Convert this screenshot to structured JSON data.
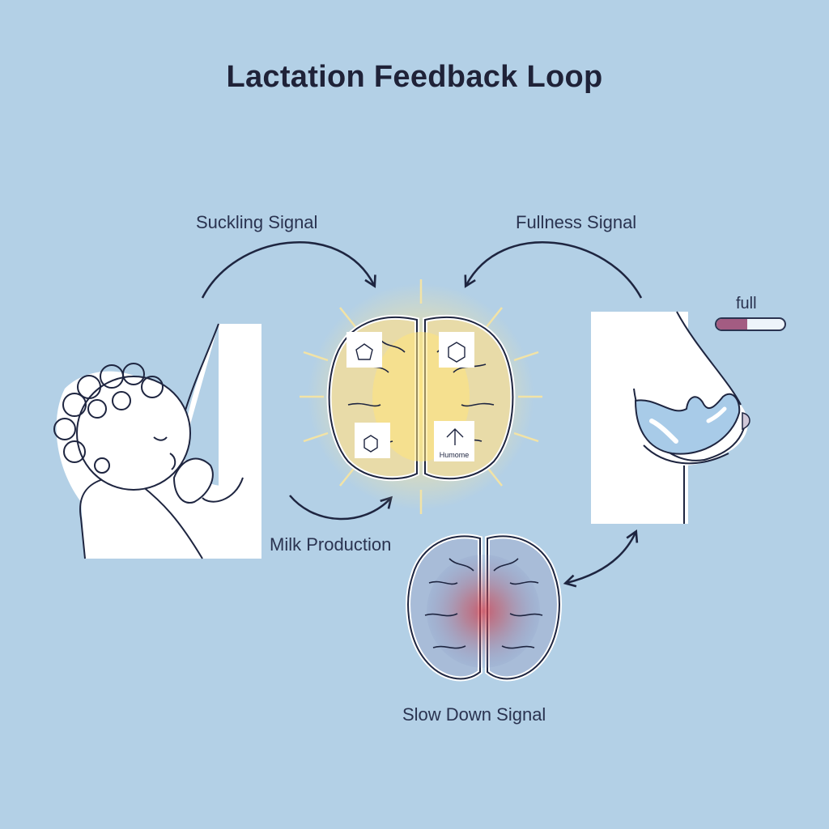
{
  "title": "Lactation Feedback Loop",
  "labels": {
    "suckling": "Suckling Signal",
    "fullness": "Fullness Signal",
    "milk_production": "Milk Production",
    "slow_down": "Slow Down Signal",
    "fullness_indicator": "full"
  },
  "fullness_gauge": {
    "fill_fraction": 0.45,
    "fill_color": "#a35c82"
  },
  "hormone_badges": [
    "",
    "",
    "",
    "Humome"
  ],
  "colors": {
    "background": "#b3d0e6",
    "outline": "#1e2540",
    "active_brain_glow": "#f5d978",
    "inhibit_brain_glow": "#c0404f",
    "milk": "#a8cbe8"
  },
  "icons": {
    "baby": "nursing-baby-illustration",
    "breast": "breast-illustration",
    "brain_active": "brain-active-icon",
    "brain_inhibit": "brain-inhibit-icon"
  }
}
